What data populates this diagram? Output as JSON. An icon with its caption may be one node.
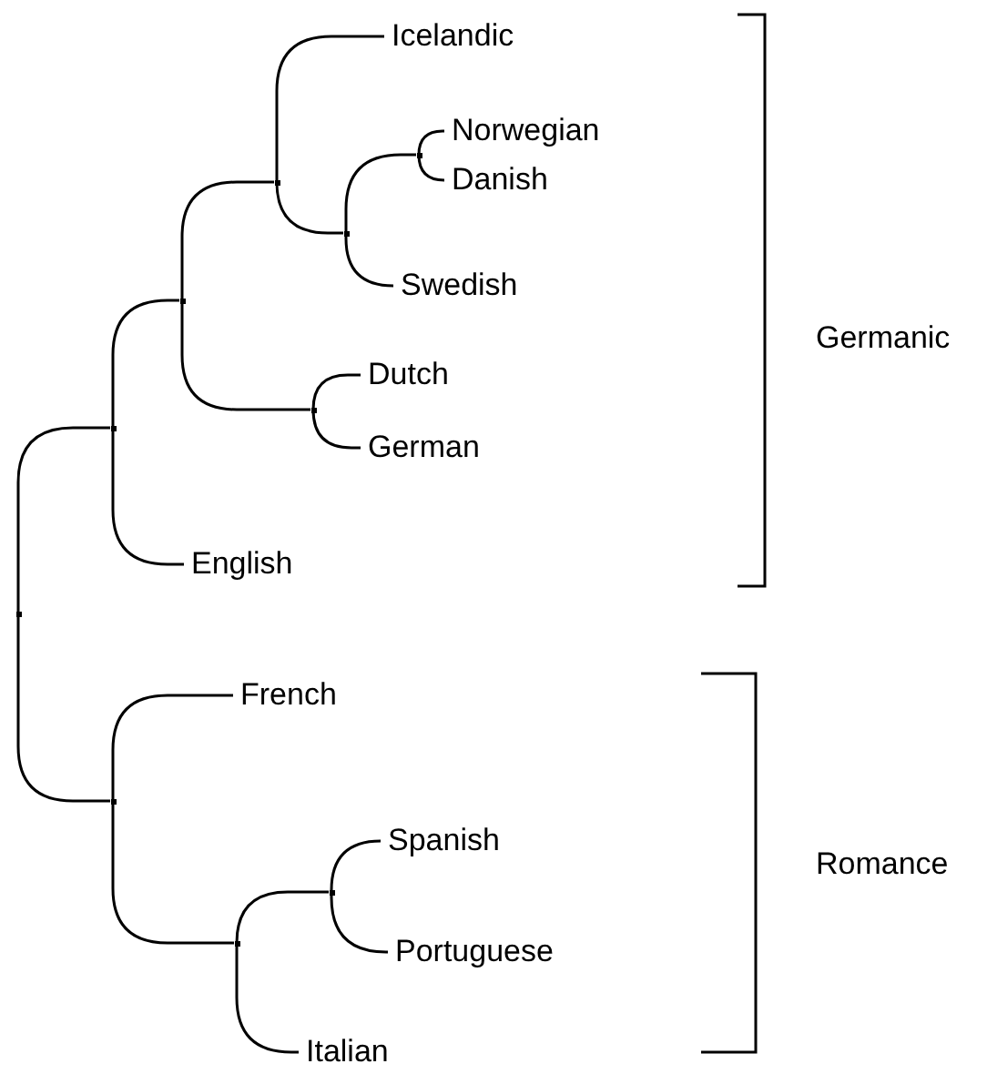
{
  "diagram": {
    "nodes": [
      {
        "text": [],
        "shape": "junction"
      },
      {
        "text": [],
        "shape": "junction"
      },
      {
        "text": [],
        "shape": "junction"
      },
      {
        "text": [],
        "shape": "junction"
      },
      {
        "text": [
          "Icelandic"
        ]
      },
      {
        "text": [],
        "shape": "junction"
      },
      {
        "text": [],
        "shape": "junction"
      },
      {
        "text": [
          "Norwegian"
        ]
      },
      {
        "text": [
          "Danish"
        ]
      },
      {
        "text": [
          "Swedish"
        ]
      },
      {
        "text": [],
        "shape": "junction"
      },
      {
        "text": [
          "Dutch"
        ]
      },
      {
        "text": [
          "German"
        ]
      },
      {
        "text": [
          "English"
        ]
      },
      {
        "text": [],
        "shape": "junction"
      },
      {
        "text": [
          "French"
        ]
      },
      {
        "text": [],
        "shape": "junction"
      },
      {
        "text": [],
        "shape": "junction"
      },
      {
        "text": [
          "Spanish"
        ]
      },
      {
        "text": [
          "Portuguese"
        ]
      },
      {
        "text": [
          "Italian"
        ]
      }
    ],
    "edges": [
      {
        "from": 0,
        "to": 1,
        "arrow": "none"
      },
      {
        "from": 0,
        "to": 14,
        "arrow": "none"
      },
      {
        "from": 1,
        "to": 2,
        "arrow": "none"
      },
      {
        "from": 1,
        "to": 13,
        "arrow": "none"
      },
      {
        "from": 2,
        "to": 3,
        "arrow": "none"
      },
      {
        "from": 2,
        "to": 10,
        "arrow": "none"
      },
      {
        "from": 3,
        "to": 4,
        "arrow": "none"
      },
      {
        "from": 3,
        "to": 5,
        "arrow": "none"
      },
      {
        "from": 5,
        "to": 6,
        "arrow": "none"
      },
      {
        "from": 5,
        "to": 9,
        "arrow": "none"
      },
      {
        "from": 6,
        "to": 7,
        "arrow": "none"
      },
      {
        "from": 6,
        "to": 8,
        "arrow": "none"
      },
      {
        "from": 10,
        "to": 11,
        "arrow": "none"
      },
      {
        "from": 10,
        "to": 12,
        "arrow": "none"
      },
      {
        "from": 14,
        "to": 15,
        "arrow": "none"
      },
      {
        "from": 14,
        "to": 16,
        "arrow": "none"
      },
      {
        "from": 16,
        "to": 17,
        "arrow": "none"
      },
      {
        "from": 16,
        "to": 20,
        "arrow": "none"
      },
      {
        "from": 17,
        "to": 18,
        "arrow": "none"
      },
      {
        "from": 17,
        "to": 19,
        "arrow": "none"
      }
    ],
    "labels": [
      "Germanic",
      "Romance"
    ]
  }
}
